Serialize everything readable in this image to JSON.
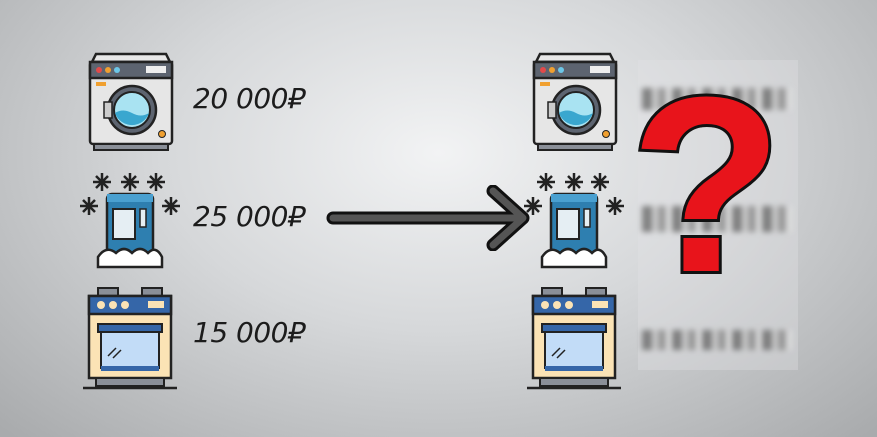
{
  "items": [
    {
      "name": "washing-machine",
      "price": "20 000₽"
    },
    {
      "name": "freezer",
      "price": "25 000₽"
    },
    {
      "name": "oven",
      "price": "15 000₽"
    }
  ],
  "question_mark": "?",
  "colors": {
    "question": "#e8141b",
    "arrow": "#4a4a4a"
  }
}
